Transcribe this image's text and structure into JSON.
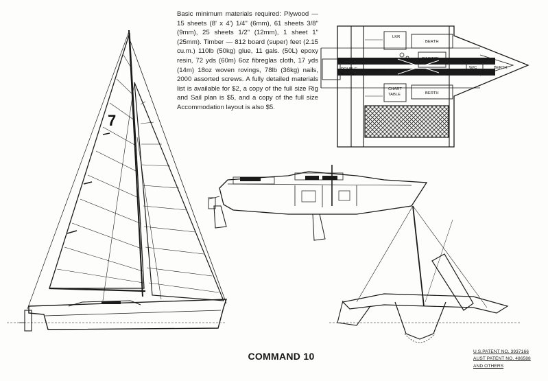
{
  "spec_text": "Basic minimum materials required: Plywood — 15 sheets (8' x 4') 1/4\" (6mm), 61 sheets 3/8\" (9mm), 25 sheets 1/2\" (12mm), 1 sheet 1\" (25mm). Timber — 812 board (super) feet (2.15 cu.m.) 110lb (50kg) glue, 11 gals. (50L) epoxy resin, 72 yds (60m) 6oz fibreglas cloth, 17 yds (14m) 18oz woven rovings, 78lb (36kg) nails, 2000 assorted screws. A fully detailed materials list is available for $2, a copy of the full size Rig and Sail plan is $5, and a copy of the full size Accommodation layout is also $5.",
  "title": "COMMAND 10",
  "patents": [
    "U.S.PATENT NO. 3937166",
    "AUST PATENT NO. 486588",
    "AND OTHERS"
  ],
  "sail_number": "7",
  "layout_labels": {
    "lkr": "LKR",
    "berth_top": "BERTH",
    "berth_bottom": "BERTH",
    "berth_bow": "BERTH",
    "dinette": "DINETTE",
    "cockpit": "COCKPIT",
    "double": "DOUBLE",
    "double_berth": "BERTH",
    "chart": "CHART",
    "table": "TABLE",
    "wc": "W/C"
  },
  "colors": {
    "ink": "#1a1a1a",
    "paper": "#fdfdfb",
    "hatch": "#333333"
  }
}
